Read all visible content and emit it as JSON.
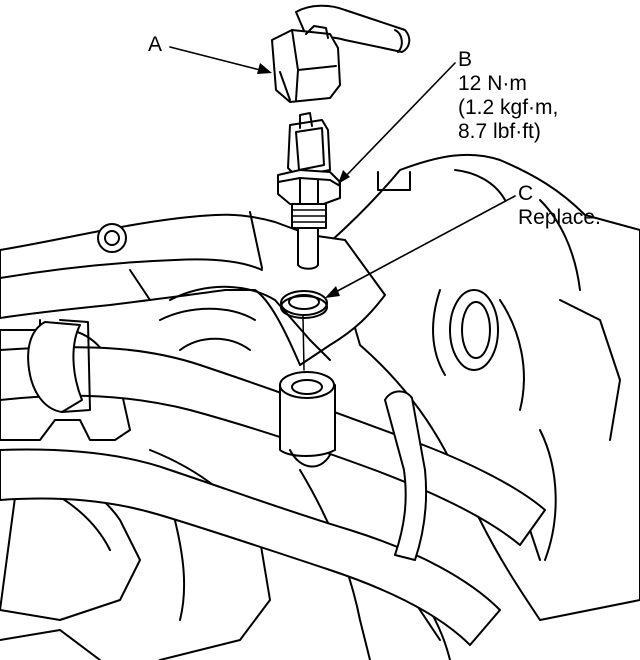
{
  "callouts": {
    "a": {
      "letter": "A"
    },
    "b": {
      "letter": "B",
      "lines": [
        "12 N·m",
        "(1.2 kgf·m,",
        "8.7 lbf·ft)"
      ]
    },
    "c": {
      "letter": "C",
      "note": "Replace."
    }
  },
  "colors": {
    "ink": "#000000",
    "paper": "#ffffff"
  }
}
